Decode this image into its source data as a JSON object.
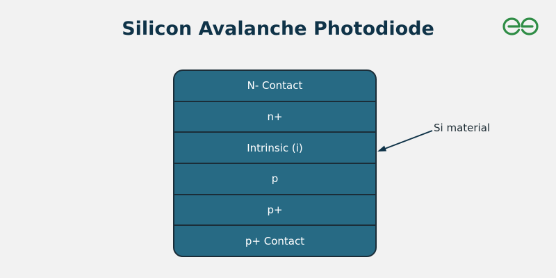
{
  "title": "Silicon Avalanche Photodiode",
  "layers": [
    "N- Contact",
    "n+",
    "Intrinsic (i)",
    "p",
    "p+",
    "p+ Contact"
  ],
  "annotation": "Si material",
  "colors": {
    "background": "#f2f2f2",
    "title": "#0f3348",
    "layer_fill": "#276a84",
    "border": "#1b2d38",
    "logo": "#2f8d46"
  },
  "icons": {
    "logo": "geeksforgeeks-logo-icon"
  }
}
